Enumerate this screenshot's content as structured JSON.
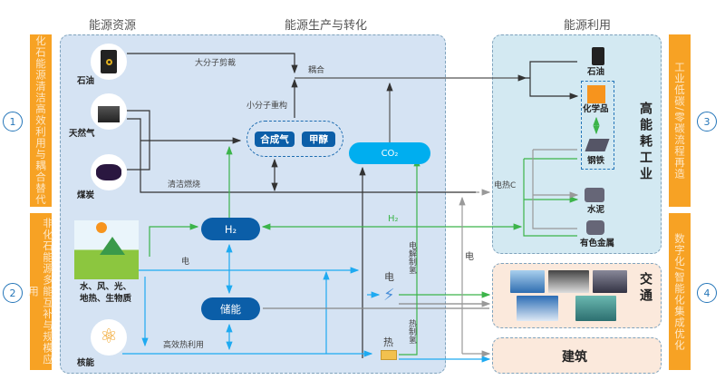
{
  "headers": {
    "resources": "能源资源",
    "production": "能源生产与转化",
    "utilization": "能源利用"
  },
  "left_bars": [
    {
      "num": "1",
      "text": "化石能源清洁高效利用与耦合替代"
    },
    {
      "num": "2",
      "text": "非化石能源多能互补与规模应用"
    }
  ],
  "right_bars": [
    {
      "num": "3",
      "text": "工业低碳/零碳流程再造"
    },
    {
      "num": "4",
      "text": "数字化/智能化集成优化"
    }
  ],
  "resources": {
    "oil": "石油",
    "gas": "天然气",
    "coal": "煤炭",
    "renew1": "水、风、光、",
    "renew2": "地热、生物质",
    "nuclear": "核能"
  },
  "production": {
    "syngas": "合成气",
    "methanol": "甲醇",
    "co2": "CO₂",
    "h2": "H₂",
    "storage": "储能",
    "elec_label": "电",
    "heat_label": "热"
  },
  "flow_labels": {
    "cracking": "大分子剪裁",
    "coupling": "耦合",
    "restructure": "小分子重构",
    "clean_combustion": "清洁燃烧",
    "electricity": "电",
    "heat_use": "高效热利用",
    "h2_green": "H₂",
    "electrolysis": "电解制氢",
    "thermal_h2": "热制氢",
    "elec_heat_c": "电热C",
    "elec_right": "电"
  },
  "industry": {
    "title": "高能耗工业",
    "oil": "石油",
    "chemicals": "化学品",
    "steel": "钢铁",
    "cement": "水泥",
    "nonferrous": "有色金属"
  },
  "transport": {
    "title": "交通"
  },
  "building": {
    "title": "建筑"
  },
  "colors": {
    "orange": "#f7a224",
    "dark_blue": "#0b5ea8",
    "cyan": "#00aeef",
    "green": "#3cb44a",
    "panel": "#d5e3f3"
  }
}
